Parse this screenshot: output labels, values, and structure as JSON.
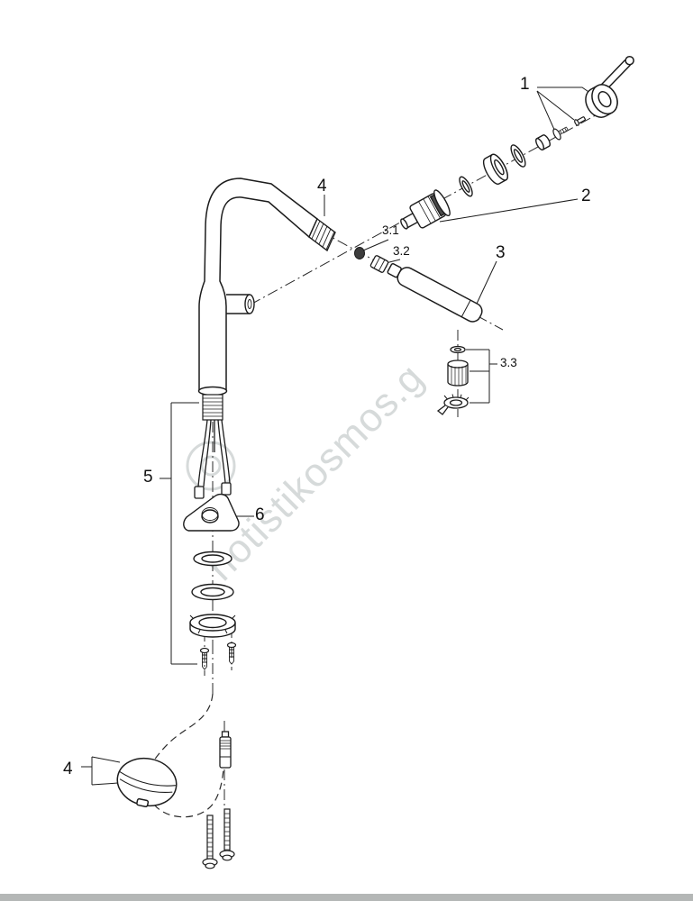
{
  "page": {
    "background_color": "#ffffff",
    "footer_bar_color": "#b4b7b6",
    "line_color": "#1c1c1c"
  },
  "watermark": {
    "text": "hotistikosmos.g",
    "color": "#d6dada"
  },
  "callouts": {
    "c1": "1",
    "c2": "2",
    "c3": "3",
    "c3_1": "3.1",
    "c3_2": "3.2",
    "c3_3": "3.3",
    "c4_top": "4",
    "c4_bottom": "4",
    "c5": "5",
    "c6": "6"
  }
}
